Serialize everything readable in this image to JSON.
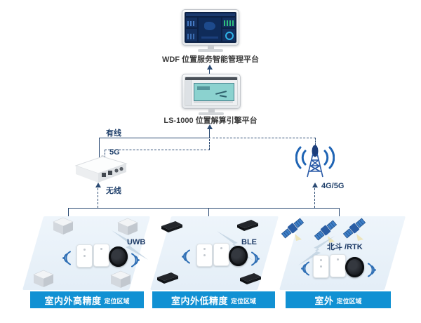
{
  "colors": {
    "banner_blue": "#1191d3",
    "line_navy": "#2b4a73",
    "label_navy": "#1d3a66",
    "zone_bg": "#e9f1f9",
    "tower_blue": "#2c5ca8",
    "satellite_blue": "#3f80c8",
    "bolt_gray_blue": "#c6d6e4",
    "wave_blue": "#2f6fb5"
  },
  "platforms": {
    "wdf_label": "WDF 位置服务智能管理平台",
    "ls_label": "LS-1000 位置解算引擎平台"
  },
  "links": {
    "wired": "有线",
    "fiveg": "5G",
    "wireless": "无线",
    "cellular": "4G/5G"
  },
  "zones": [
    {
      "tech": "UWB",
      "name": "室内外高精度",
      "suffix": "定位区域"
    },
    {
      "tech": "BLE",
      "name": "室内外低精度",
      "suffix": "定位区域"
    },
    {
      "tech": "北斗 /RTK",
      "name": "室外",
      "suffix": "定位区域"
    }
  ],
  "icons": {
    "monitor": "desktop-monitor",
    "gateway": "wireless-gateway-box",
    "tower": "cell-tower",
    "anchor": "uwb-anchor-cube",
    "beacon": "ble-beacon-plate",
    "satellite": "beidou-satellite",
    "badge": "badge-tag-card",
    "watch": "smartwatch",
    "waves": "signal-waves",
    "bolt": "lightning-bolt"
  }
}
